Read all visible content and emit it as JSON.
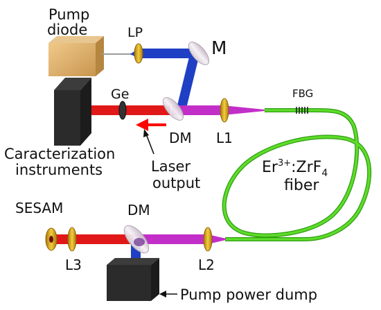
{
  "labels": {
    "pump_diode_line1": "Pump",
    "pump_diode_line2": "diode",
    "lp": "LP",
    "m": "M",
    "ge": "Ge",
    "fbg": "FBG",
    "dm_top": "DM",
    "l1": "L1",
    "charact_line1": "Caracterization",
    "charact_line2": "instruments",
    "laser_line1": "Laser",
    "laser_line2": "output",
    "fiber_line1_base": "Er",
    "fiber_line1_sup": "3+",
    "fiber_line1_mid": ":ZrF",
    "fiber_line1_sub": "4",
    "fiber_line2": "fiber",
    "sesam": "SESAM",
    "dm_bottom": "DM",
    "l3": "L3",
    "l2": "L2",
    "pump_dump": "Pump power dump"
  },
  "colors": {
    "pump_beam": "#1f3fc4",
    "laser_beam": "#e01818",
    "mixed_beam": "#c22fc8",
    "fiber": "#5edc2a",
    "fiber_dark": "#2e9e10",
    "lens": "#d9a81c",
    "arrow_red": "#ff0000"
  },
  "icons": {
    "pump_diode": "gold-box",
    "characterization_instruments": "dark-box",
    "pump_power_dump": "dark-box",
    "fiber_bragg_grating": "dark-stripes"
  }
}
